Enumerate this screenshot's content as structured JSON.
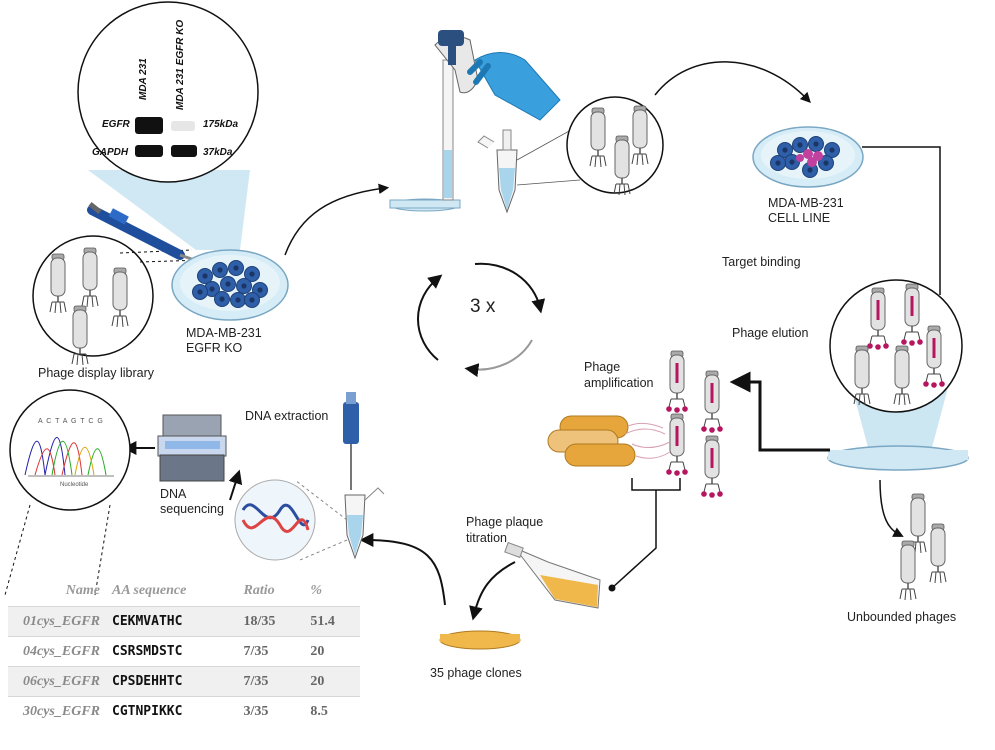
{
  "western_blot": {
    "lanes": [
      "MDA 231",
      "MDA 231 EGFR KO"
    ],
    "rows": [
      {
        "protein": "EGFR",
        "size": "175kDa"
      },
      {
        "protein": "GAPDH",
        "size": "37kDa"
      }
    ]
  },
  "labels": {
    "phage_library": "Phage display library",
    "ko_line": [
      "MDA-MB-231",
      "EGFR KO"
    ],
    "target_line": [
      "MDA-MB-231",
      "CELL LINE"
    ],
    "target_binding": "Target binding",
    "phage_elution": "Phage elution",
    "amplification": [
      "Phage",
      "amplification"
    ],
    "cycles": "3 x",
    "unbound": "Unbounded  phages",
    "titration": [
      "Phage plaque",
      "titration"
    ],
    "clones": "35 phage clones",
    "dna_extraction": "DNA extraction",
    "sequencing": [
      "DNA",
      "sequencing"
    ],
    "chromatogram_bases": "A C T A G T C G",
    "chromatogram_axis": "Nucleotide"
  },
  "table": {
    "headers": [
      "Name",
      "AA sequence",
      "Ratio",
      "%"
    ],
    "rows": [
      [
        "01cys_EGFR",
        "CEKMVATHC",
        "18/35",
        "51.4"
      ],
      [
        "04cys_EGFR",
        "CSRSMDSTC",
        "7/35",
        "20"
      ],
      [
        "06cys_EGFR",
        "CPSDEHHTC",
        "7/35",
        "20"
      ],
      [
        "30cys_EGFR",
        "CGTNPIKKC",
        "3/35",
        "8.5"
      ]
    ]
  },
  "colors": {
    "cell_blue": "#2f5fa8",
    "cell_magenta": "#c2409e",
    "phage_pink": "#b5165f",
    "medium_blue": "#bfe0ef",
    "bacteria_gold": "#e7a63c",
    "glove_blue": "#3aa0dd"
  }
}
